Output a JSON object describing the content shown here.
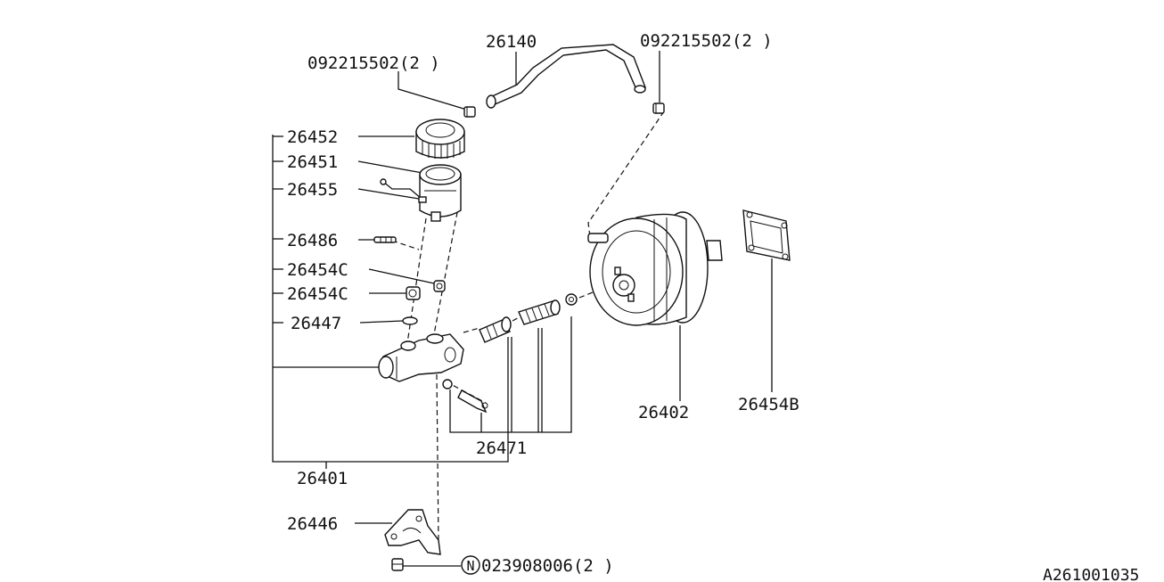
{
  "diagram_code": "A261001035",
  "labels": {
    "clamp_left": "092215502(2 )",
    "hose": "26140",
    "clamp_right": "092215502(2 )",
    "cap": "26452",
    "reservoir": "26451",
    "level_sensor": "26455",
    "pin": "26486",
    "seal_upper": "26454C",
    "seal_lower": "26454C",
    "oring": "26447",
    "master_cylinder": "26401",
    "piston_kit": "26471",
    "booster": "26402",
    "gasket": "26454B",
    "bracket": "26446",
    "nut": "023908006(2 )",
    "nut_badge": "N"
  }
}
